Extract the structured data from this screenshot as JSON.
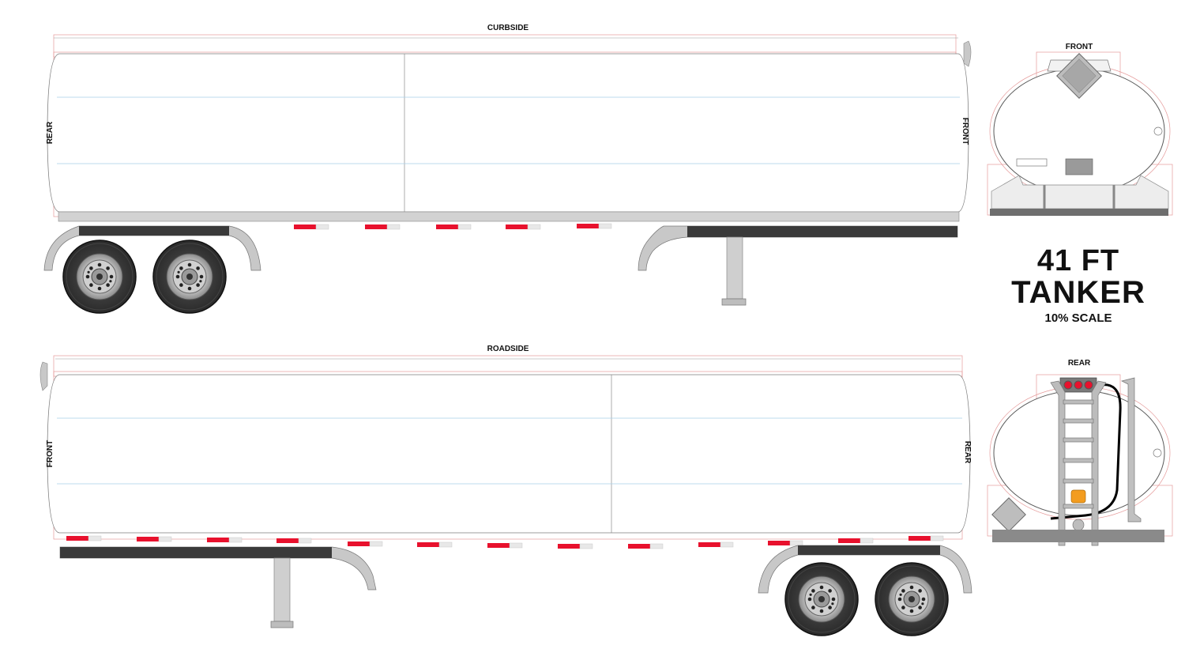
{
  "views": {
    "curbside": {
      "label": "CURBSIDE",
      "left_label": "REAR",
      "right_label": "FRONT"
    },
    "roadside": {
      "label": "ROADSIDE",
      "left_label": "FRONT",
      "right_label": "REAR"
    },
    "front": {
      "label": "FRONT"
    },
    "rear": {
      "label": "REAR"
    }
  },
  "title": {
    "line1": "41 FT",
    "line2": "TANKER",
    "scale": "10% SCALE"
  },
  "colors": {
    "reflector_red": "#e8112d",
    "fender_gray": "#c8c8c8",
    "skirt_dark": "#3a3a3a",
    "guide_red": "#e59a9a",
    "guide_blue": "#a9cfe8",
    "amber_light": "#f39c1f"
  }
}
